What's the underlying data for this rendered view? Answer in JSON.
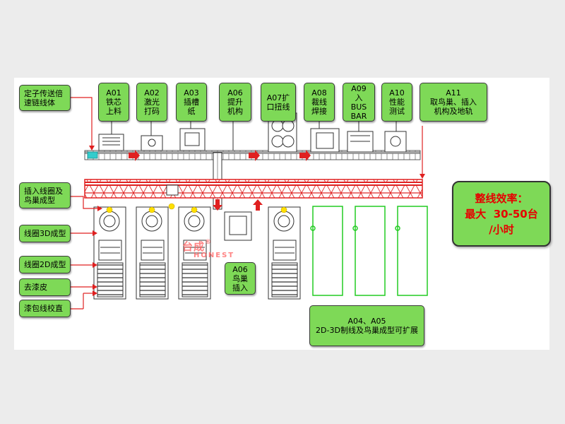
{
  "stations": [
    {
      "code": "A01",
      "lines": [
        "铁芯",
        "上料"
      ]
    },
    {
      "code": "A02",
      "lines": [
        "激光",
        "打码"
      ]
    },
    {
      "code": "A03",
      "lines": [
        "插槽",
        "纸"
      ]
    },
    {
      "code": "A06",
      "lines": [
        "提升",
        "机构"
      ]
    },
    {
      "code": "A07扩",
      "lines": [
        "口扭线"
      ]
    },
    {
      "code": "A08",
      "lines": [
        "裁线",
        "焊接"
      ]
    },
    {
      "code": "A09",
      "lines": [
        "入",
        "BUS",
        "BAR"
      ]
    },
    {
      "code": "A10",
      "lines": [
        "性能",
        "测试"
      ]
    },
    {
      "code": "A11",
      "lines": [
        "取鸟巢、插入",
        "机构及地轨"
      ]
    }
  ],
  "left_labels": {
    "conveyor": [
      "定子传送倍",
      "速链线体"
    ],
    "insert_coil": [
      "插入线圈及",
      "鸟巢成型"
    ],
    "coil_3d": "线圈3D成型",
    "coil_2d": "线圈2D成型",
    "strip": "去漆皮",
    "straighten": "漆包线校直"
  },
  "nest_insert": {
    "code": "A06",
    "lines": [
      "鸟巢",
      "插入"
    ]
  },
  "expansion": {
    "line1": "A04、A05",
    "line2": "2D-3D制线及鸟巢成型可扩展"
  },
  "efficiency": {
    "line1": "整线效率：",
    "line2": "最大  30-50台",
    "line3": "/小时"
  },
  "logo": {
    "cn": "台成",
    "en": "HONEST",
    "reg": "®"
  },
  "colors": {
    "box_green": "#7ed957",
    "efficiency_text": "#e60000",
    "rail_red": "#e02020",
    "arrow_red": "#e02020",
    "expand_green": "#22cc22",
    "cyan": "#33cccc"
  }
}
